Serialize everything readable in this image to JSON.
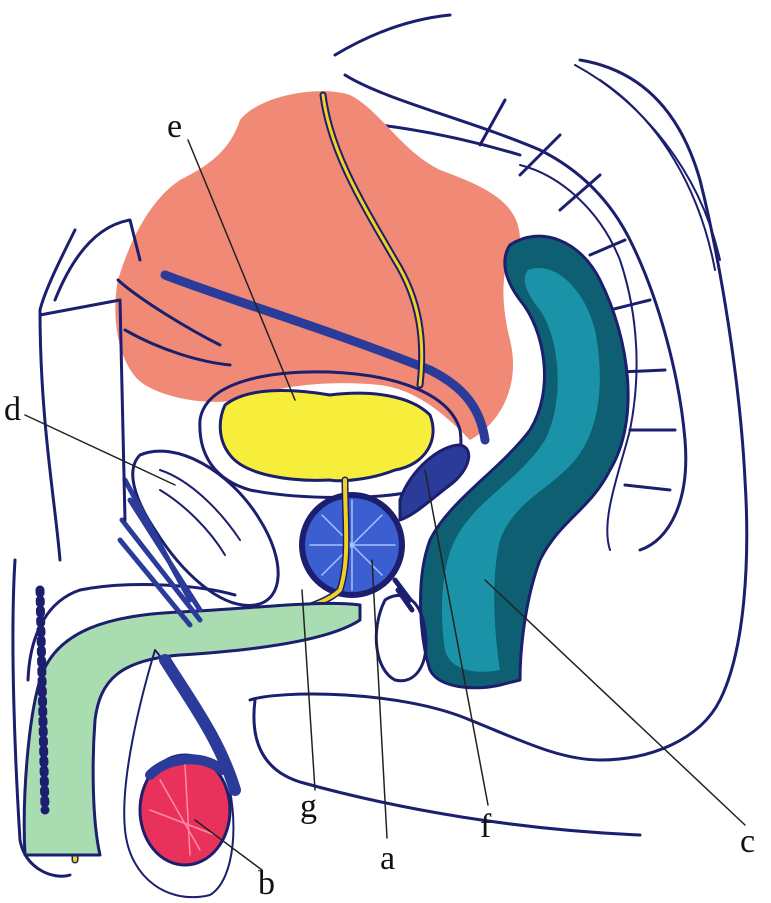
{
  "labels": {
    "a": "a",
    "b": "b",
    "c": "c",
    "d": "d",
    "e": "e",
    "f": "f",
    "g": "g"
  },
  "colors": {
    "outline": "#1b1f6e",
    "peritoneum_fill": "#f08a77",
    "bladder": "#f7ee3c",
    "urethra_line": "#f1d21f",
    "rectum_dark": "#0f5f73",
    "rectum_light": "#1a93a8",
    "corpus_spongiosum": "#a9dcb0",
    "testis": "#e8325c",
    "dark_blue": "#2a3b9a",
    "prostate": "#3b5fd0"
  }
}
